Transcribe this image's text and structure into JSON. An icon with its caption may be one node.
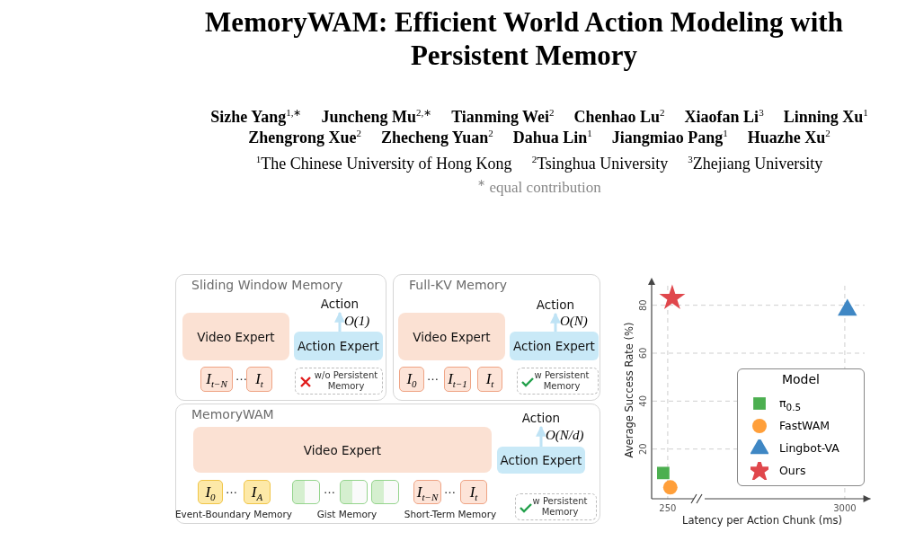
{
  "diagram": {
    "title": "MemoryWAM: Efficient World Action Modeling with Persistent Memory",
    "nodes": [
      {
        "text": [
          "Sliding Window Memory"
        ]
      },
      {
        "text": [
          "Video Expert"
        ],
        "in": 0
      },
      {
        "text": [
          "Action"
        ],
        "in": 0
      },
      {
        "text": [
          "Action Expert"
        ],
        "in": 0
      },
      {
        "text": [
          "I$_{t−N}$"
        ],
        "in": 0
      },
      {
        "text": [
          "I$_{t}$"
        ],
        "in": 0
      },
      {
        "text": [
          "w/o Persistent Memory"
        ],
        "in": 0
      },
      {
        "text": [
          "Full-KV Memory"
        ]
      },
      {
        "text": [
          "Video Expert"
        ],
        "in": 7
      },
      {
        "text": [
          "Action"
        ],
        "in": 7
      },
      {
        "text": [
          "Action Expert"
        ],
        "in": 7
      },
      {
        "text": [
          "I$_{0}$"
        ],
        "in": 7
      },
      {
        "text": [
          "I$_{t−1}$"
        ],
        "in": 7
      },
      {
        "text": [
          "I$_{t}$"
        ],
        "in": 7
      },
      {
        "text": [
          "w Persistent Memory"
        ],
        "in": 7
      },
      {
        "text": [
          "MemoryWAM"
        ]
      },
      {
        "text": [
          "Action"
        ],
        "in": 15
      },
      {
        "text": [
          "Video Expert"
        ],
        "in": 15
      },
      {
        "text": [
          "Action Expert"
        ],
        "in": 15
      },
      {
        "text": [
          "I$_{0}$"
        ],
        "in": 15
      },
      {
        "text": [
          "I$_{A}$"
        ],
        "in": 15
      },
      {
        "text": [],
        "shape": "box",
        "in": 15
      },
      {
        "text": [],
        "shape": "box",
        "in": 15
      },
      {
        "text": [],
        "shape": "box",
        "in": 15
      },
      {
        "text": [
          "I$_{t−N}$"
        ],
        "in": 15
      },
      {
        "text": [
          "I$_{t}$"
        ],
        "in": 15
      },
      {
        "text": [
          "w Persistent Memory"
        ],
        "in": 15
      }
    ],
    "edges": [
      {
        "from": 3,
        "to": 2,
        "arrow": "to",
        "label": "O(1)"
      },
      {
        "from": 10,
        "to": 9,
        "arrow": "to",
        "label": "O(N)"
      },
      {
        "from": 18,
        "to": 16,
        "arrow": "to",
        "label": "O(N/d)"
      }
    ],
    "labels": [
      "Sizhe Yang$^{1,∗}$",
      "Juncheng Mu$^{2,∗}$",
      "Tianming Wei$^{2}$",
      "Chenhao Lu$^{2}$",
      "Xiaofan Li$^{3}$",
      "Linning Xu$^{1}$",
      "Zhengrong Xue$^{2}$",
      "Zhecheng Yuan$^{2}$",
      "Dahua Lin$^{1}$",
      "Jiangmiao Pang$^{1}$",
      "Huazhe Xu$^{2}$",
      "$^{1}$The Chinese University of Hong Kong",
      "$^{2}$Tsinghua University",
      "$^{3}$Zhejiang University",
      "$^{∗}$ equal contribution",
      "…",
      "…",
      "…",
      "…",
      "…",
      "Event-Boundary Memory",
      "Gist Memory",
      "Short-Term Memory",
      "Model"
    ],
    "chart_data": {
      "type": "scatter",
      "xlabel": "Latency per Action Chunk (ms)",
      "ylabel": "Average Success Rate (%)",
      "xticks": [
        250,
        3000
      ],
      "yticks": [
        20,
        40,
        60,
        80
      ],
      "xlim": [
        0,
        3400
      ],
      "ylim": [
        0,
        90
      ],
      "grid": true,
      "series": [
        {
          "name": "π$_{0.5}$",
          "color": "#4caf50",
          "x": [
            180
          ],
          "values": [
            10
          ]
        },
        {
          "name": "FastWAM",
          "color": "#ff9f3a",
          "x": [
            290
          ],
          "values": [
            4
          ]
        },
        {
          "name": "Lingbot-VA",
          "color": "#3f87c4",
          "x": [
            3040
          ],
          "values": [
            78
          ]
        },
        {
          "name": "Ours",
          "color": "#e0474c",
          "x": [
            320
          ],
          "values": [
            83
          ]
        }
      ]
    }
  }
}
